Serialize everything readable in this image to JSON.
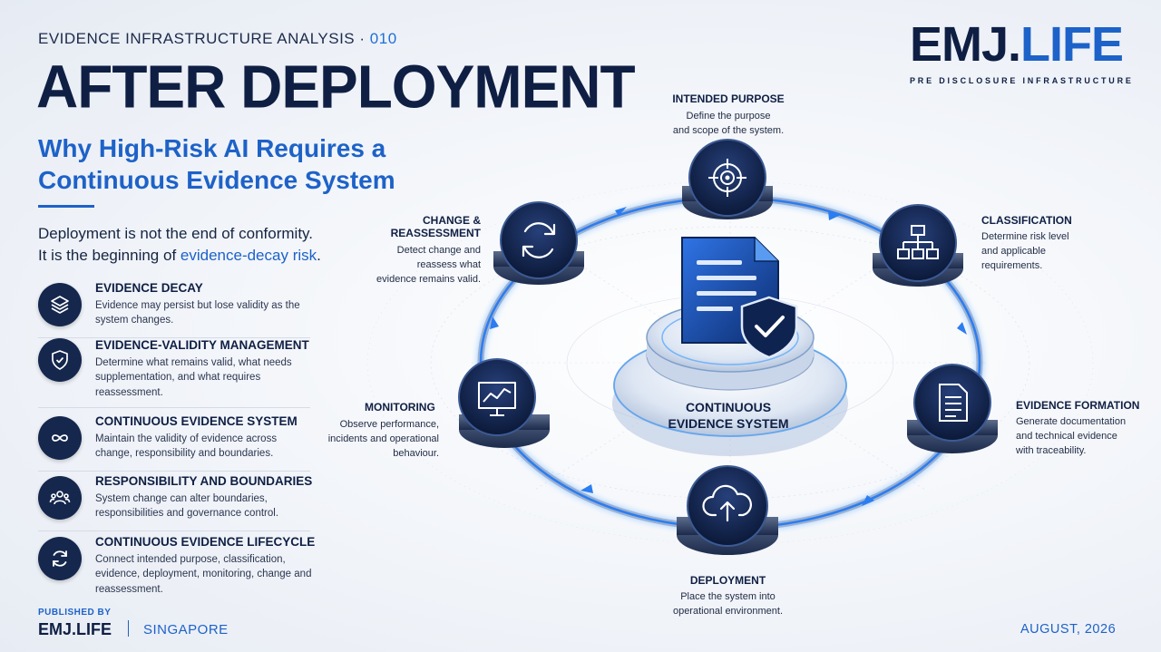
{
  "header": {
    "series_label": "EVIDENCE INFRASTRUCTURE ANALYSIS",
    "separator": "·",
    "issue_number": "010",
    "title": "AFTER DEPLOYMENT",
    "subtitle": "Why High-Risk AI Requires a Continuous Evidence System"
  },
  "intro": {
    "line1": "Deployment is not the end of conformity.",
    "line2_prefix": "It is the beginning of ",
    "line2_highlight": "evidence-decay risk",
    "line2_suffix": "."
  },
  "features": [
    {
      "title": "EVIDENCE DECAY",
      "description": "Evidence may persist but lose validity as the system changes.",
      "icon": "layers-icon"
    },
    {
      "title": "EVIDENCE-VALIDITY MANAGEMENT",
      "description": "Determine what remains valid, what needs supplementation, and what requires reassessment.",
      "icon": "shield-check-icon"
    },
    {
      "title": "CONTINUOUS EVIDENCE SYSTEM",
      "description": "Maintain the validity of evidence across change, responsibility and boundaries.",
      "icon": "infinity-icon"
    },
    {
      "title": "RESPONSIBILITY AND BOUNDARIES",
      "description": "System change can alter boundaries, responsibilities and governance control.",
      "icon": "people-icon"
    },
    {
      "title": "CONTINUOUS EVIDENCE LIFECYCLE",
      "description": "Connect intended purpose, classification, evidence, deployment, monitoring, change and reassessment.",
      "icon": "refresh-icon"
    }
  ],
  "footer": {
    "published_by": "PUBLISHED BY",
    "brand": "EMJ.LIFE",
    "location": "SINGAPORE",
    "date": "AUGUST, 2026"
  },
  "logo": {
    "main": "EMJ.",
    "accent": "LIFE",
    "tagline": "PRE DISCLOSURE INFRASTRUCTURE"
  },
  "cycle": {
    "center_label_line1": "CONTINUOUS",
    "center_label_line2": "EVIDENCE SYSTEM",
    "nodes": [
      {
        "title": "INTENDED PURPOSE",
        "description": [
          "Define the purpose",
          "and scope of the system."
        ],
        "icon": "target-icon"
      },
      {
        "title": "CLASSIFICATION",
        "description": [
          "Determine risk level",
          "and applicable",
          "requirements."
        ],
        "icon": "hierarchy-icon"
      },
      {
        "title": "EVIDENCE FORMATION",
        "description": [
          "Generate documentation",
          "and technical evidence",
          "with traceability."
        ],
        "icon": "document-icon"
      },
      {
        "title": "DEPLOYMENT",
        "description": [
          "Place the system into",
          "operational environment."
        ],
        "icon": "cloud-upload-icon"
      },
      {
        "title": "MONITORING",
        "description": [
          "Observe performance,",
          "incidents and operational",
          "behaviour."
        ],
        "icon": "monitor-chart-icon"
      },
      {
        "title_lines": [
          "CHANGE &",
          "REASSESSMENT"
        ],
        "description": [
          "Detect change and",
          "reassess what",
          "evidence remains valid."
        ],
        "icon": "refresh-icon"
      }
    ]
  },
  "colors": {
    "navy": "#0f1f44",
    "accent_blue": "#1d62c8",
    "node_dark": "#15274d",
    "ring_glow": "#4aa3ff"
  }
}
